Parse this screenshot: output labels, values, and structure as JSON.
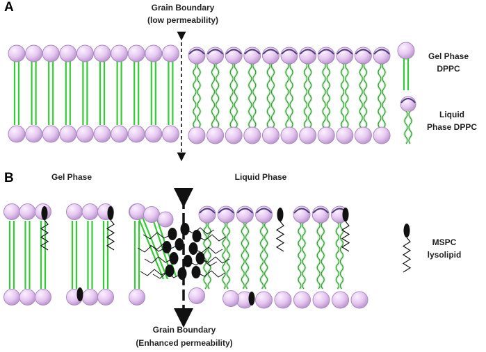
{
  "colors": {
    "head_fill": "#e6c8f0",
    "head_stroke": "#a98ac0",
    "head_dark": "#4a3a7a",
    "gel_tail": "#33cc33",
    "liquid_tail": "#2f9a2f",
    "liquid_tail_fill": "#cdeccd",
    "mspc": "#111111"
  },
  "icons": {
    "gel_dppc": "gel-phase-lipid-icon",
    "liquid_dppc": "liquid-phase-lipid-icon",
    "mspc": "lysolipid-icon",
    "boundary": "double-arrow-icon"
  },
  "panel_a": {
    "letter": "A",
    "boundary_line1": "Grain Boundary",
    "boundary_line2": "(low permeability)"
  },
  "panel_b": {
    "letter": "B",
    "gel_label": "Gel Phase",
    "liquid_label": "Liquid Phase",
    "boundary_line1": "Grain Boundary",
    "boundary_line2": "(Enhanced permeability)"
  },
  "legend": {
    "gel_line1": "Gel Phase",
    "gel_line2": "DPPC",
    "liquid_line1": "Liquid",
    "liquid_line2": "Phase DPPC",
    "mspc_line1": "MSPC",
    "mspc_line2": "lysolipid"
  }
}
